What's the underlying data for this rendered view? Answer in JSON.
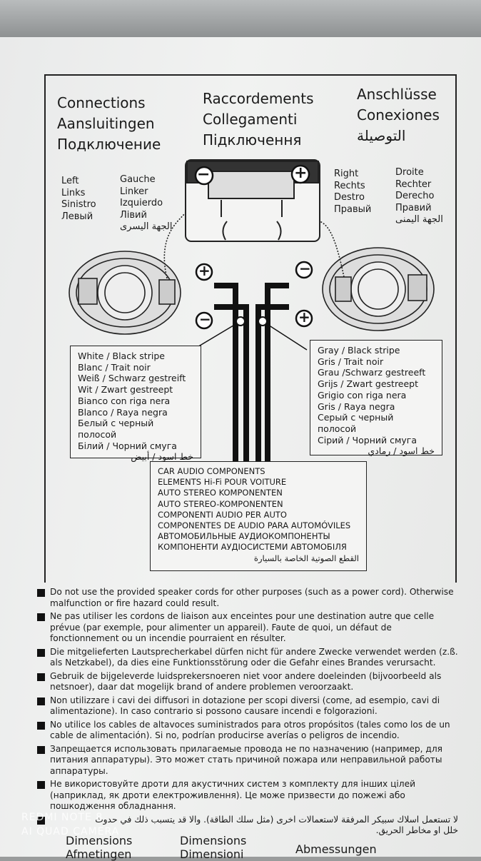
{
  "headings": {
    "col1": [
      "Connections",
      "Aansluitingen",
      "Подключение"
    ],
    "col2": [
      "Raccordements",
      "Collegamenti",
      "Підключення"
    ],
    "col3": [
      "Anschlüsse",
      "Conexiones",
      "التوصيلة"
    ]
  },
  "left_labels": {
    "a": [
      "Left",
      "Links",
      "Sinistro",
      "Левый"
    ],
    "b": [
      "Gauche",
      "Linker",
      "Izquierdo",
      "Лівий",
      "الجهة اليسرى"
    ]
  },
  "right_labels": {
    "a": [
      "Right",
      "Rechts",
      "Destro",
      "Правый"
    ],
    "b": [
      "Droite",
      "Rechter",
      "Derecho",
      "Правий",
      "الجهة اليمنى"
    ]
  },
  "polarity": {
    "plus": "+",
    "minus": "−"
  },
  "left_wire": [
    "White / Black stripe",
    "Blanc / Trait noir",
    "Weiß / Schwarz gestreift",
    "Wit / Zwart gestreept",
    "Bianco con riga nera",
    "Blanco / Raya negra",
    "Белый с черный полосой",
    "Білий / Чорний смуга",
    "خط اسود / أبيض"
  ],
  "right_wire": [
    "Gray / Black stripe",
    "Gris / Trait noir",
    "Grau /Schwarz gestreeft",
    "Grijs / Zwart gestreept",
    "Grigio con riga nera",
    "Gris / Raya negra",
    "Серый с черный полосой",
    "Сірий / Чорний смуга",
    "خط اسود / رمادي"
  ],
  "car_audio": [
    "CAR AUDIO COMPONENTS",
    "ELEMENTS Hi-Fi POUR VOITURE",
    "AUTO STEREO KOMPONENTEN",
    "AUTO STEREO-KOMPONENTEN",
    "COMPONENTI AUDIO PER AUTO",
    "COMPONENTES DE AUDIO PARA AUTOMÓVILES",
    "АВТОМОБИЛЬНЫЕ АУДИОКОМПОНЕНТЫ",
    "КОМПОНЕНТИ АУДІОСИСТЕМИ АВТОМОБІЛЯ",
    "القطع الصوتية الخاصة بالسيارة"
  ],
  "notes": [
    "Do not use the provided speaker cords for other purposes (such as a power cord). Otherwise malfunction or fire hazard could result.",
    "Ne pas utiliser les cordons de liaison aux enceintes pour une destination autre que celle prévue (par exemple, pour alimenter un appareil). Faute de quoi, un défaut de fonctionnement ou un incendie pourraient en résulter.",
    "Die mitgelieferten Lautsprecherkabel dürfen nicht für andere Zwecke verwendet werden (z.ß. als Netzkabel), da dies eine Funktionsstörung oder die Gefahr eines Brandes verursacht.",
    "Gebruik de bijgeleverde luidsprekersnoeren niet voor andere doeleinden (bijvoorbeeld als netsnoer), daar dat mogelijk brand of andere problemen veroorzaakt.",
    "Non utilizzare i cavi dei diffusori in dotazione per scopi diversi (come, ad esempio, cavi di alimentazione). In caso contrario si possono causare incendi e folgorazioni.",
    "No utilice los cables de altavoces suministrados para otros propósitos (tales como los de un cable de alimentación). Si no, podrían producirse averías o peligros de incendio.",
    "Запрещается использовать прилагаемые провода не по назначению (например, для питания аппаратуры). Это может стать причиной пожара или неправильной работы аппаратуры.",
    "Не використовуйте дроти для акустичних систем з комплекту для інших цілей (наприклад, як дроти електроживлення). Це може призвести до пожежі або пошкодження обладнання.",
    "لا تستعمل اسلاك سبيكر المرفقة لاستعمالات اخرى (مثل سلك الطاقة). والا قد يتسبب ذلك في حدوث خلل او مخاطر الحريق."
  ],
  "watermark": [
    "REDMI NOTE 8",
    "AI QUAD CAMERA"
  ],
  "dimensions": {
    "col1": [
      "Dimensions",
      "Afmetingen"
    ],
    "col2": [
      "Dimensions",
      "Dimensioni"
    ],
    "col3": [
      "Abmessungen"
    ]
  }
}
